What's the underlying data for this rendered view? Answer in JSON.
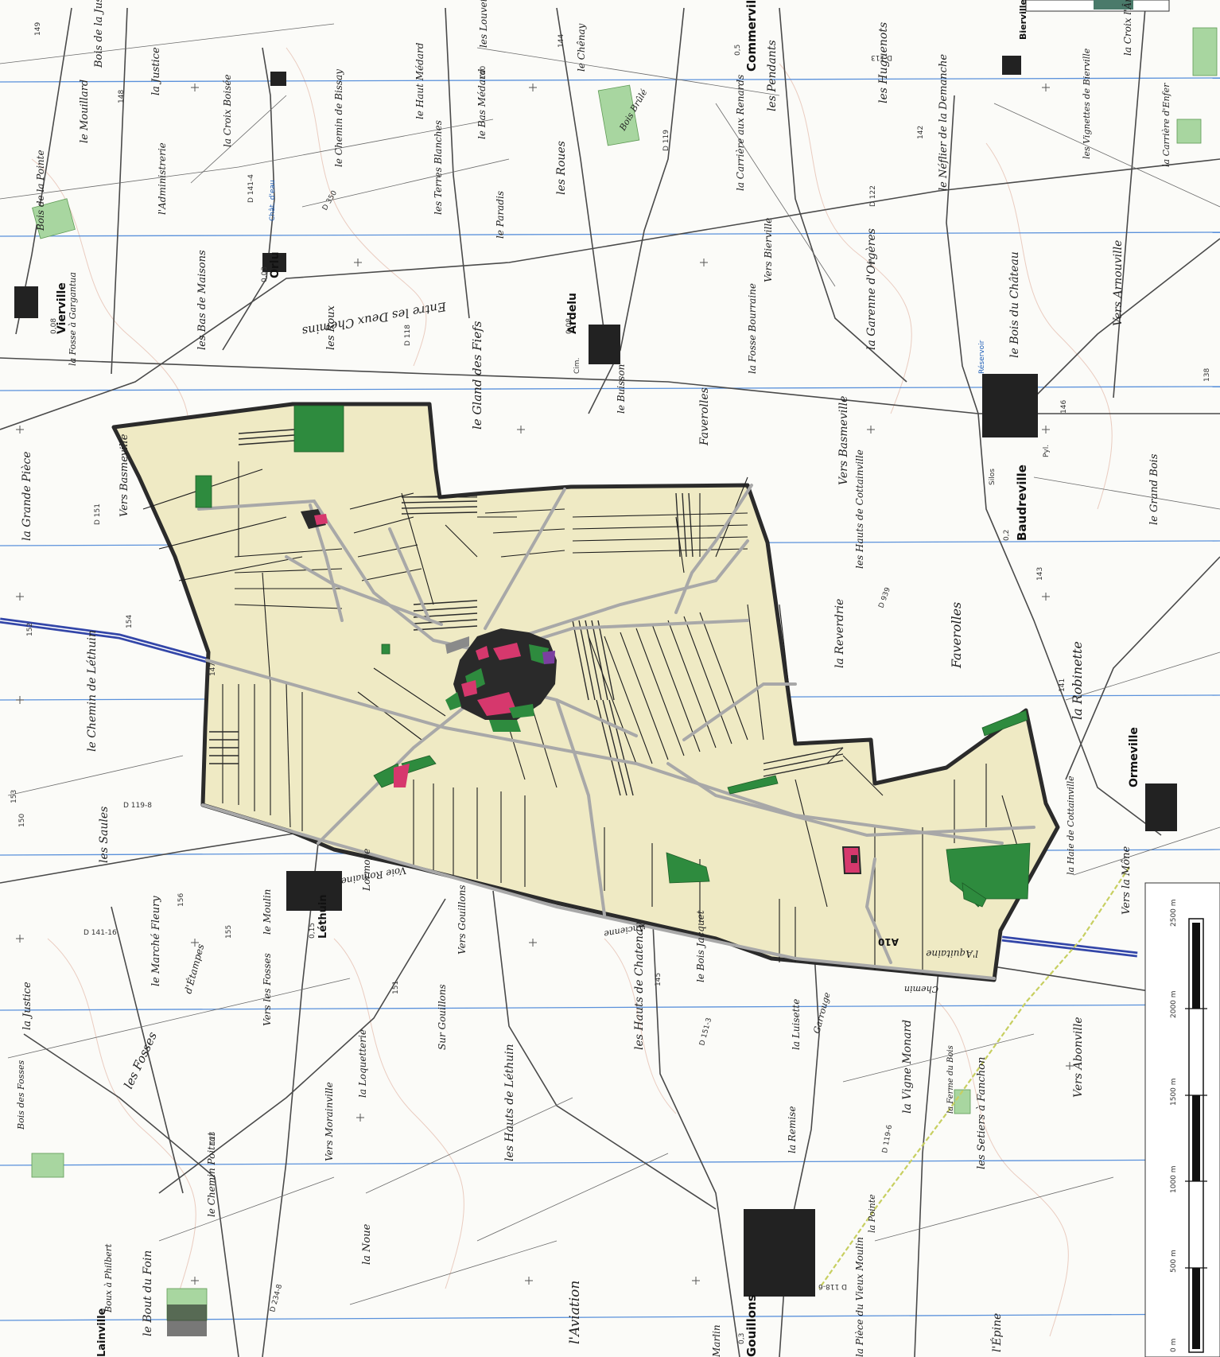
{
  "colors": {
    "zone_fill": "#efeac4",
    "zone_border": "#2b2b2b",
    "grid_blue": "#3f7fd6",
    "road": "#4a4a4a",
    "path_gray": "#a8a8a8",
    "woods": "#2e8b3e",
    "village_pink": "#d6386d",
    "highway": "#3346a8",
    "elev": "#c97a6a"
  },
  "places": [
    {
      "text": "la Justice",
      "cls": "lbl",
      "size": 13,
      "rot": -90,
      "key": "a"
    },
    {
      "text": "Bois de la Justice",
      "cls": "lbl",
      "size": 13,
      "rot": -90,
      "key": "b"
    },
    {
      "text": "le Mouillard",
      "cls": "lbl",
      "size": 13,
      "rot": -90,
      "key": "c"
    },
    {
      "text": "la Croix Boisée",
      "cls": "lbl",
      "size": 12,
      "rot": -90,
      "key": "d"
    },
    {
      "text": "le Chemin de Bissay",
      "cls": "lbl",
      "size": 12,
      "rot": -90,
      "key": "e"
    },
    {
      "text": "l'Administrerie",
      "cls": "lbl",
      "size": 12,
      "rot": -90,
      "key": "f"
    },
    {
      "text": "Bois de la Pointe",
      "cls": "lbl",
      "size": 12,
      "rot": -90,
      "key": "g"
    },
    {
      "text": "Vierville",
      "cls": "lbl-b",
      "size": 14,
      "rot": -90,
      "key": "h"
    },
    {
      "text": "la Fosse à Gargantua",
      "cls": "lbl",
      "size": 11,
      "rot": -90,
      "key": "i"
    },
    {
      "text": "les Bas de Maisons",
      "cls": "lbl",
      "size": 13,
      "rot": -90,
      "key": "j"
    },
    {
      "text": "les Roux",
      "cls": "lbl",
      "size": 13,
      "rot": -90,
      "key": "k"
    },
    {
      "text": "Orlu",
      "cls": "lbl-b",
      "size": 14,
      "rot": -90,
      "key": "l"
    },
    {
      "text": "le Haut Médard",
      "cls": "lbl",
      "size": 12,
      "rot": -90,
      "key": "m"
    },
    {
      "text": "les Terres Blanches",
      "cls": "lbl",
      "size": 12,
      "rot": -90,
      "key": "n"
    },
    {
      "text": "le Bas Médard",
      "cls": "lbl",
      "size": 12,
      "rot": -90,
      "key": "o"
    },
    {
      "text": "le Paradis",
      "cls": "lbl",
      "size": 12,
      "rot": -90,
      "key": "p"
    },
    {
      "text": "les Roues",
      "cls": "lbl",
      "size": 14,
      "rot": -90,
      "key": "q"
    },
    {
      "text": "Entre les Deux Chemins",
      "cls": "lbl",
      "size": 15,
      "rot": 170,
      "key": "r"
    },
    {
      "text": "Ardelu",
      "cls": "lbl-b",
      "size": 14,
      "rot": -90,
      "key": "s"
    },
    {
      "text": "le Gland des Fiefs",
      "cls": "lbl",
      "size": 15,
      "rot": -90,
      "key": "t"
    },
    {
      "text": "le Buisson",
      "cls": "lbl",
      "size": 12,
      "rot": -90,
      "key": "u"
    },
    {
      "text": "le Chênay",
      "cls": "lbl",
      "size": 12,
      "rot": -90,
      "key": "v"
    },
    {
      "text": "Bois Brûlé",
      "cls": "lbl",
      "size": 11,
      "rot": -60,
      "key": "w"
    },
    {
      "text": "les Louvetés",
      "cls": "lbl",
      "size": 12,
      "rot": -90,
      "key": "x"
    },
    {
      "text": "Commerville",
      "cls": "lbl-b",
      "size": 15,
      "rot": -90,
      "key": "y"
    },
    {
      "text": "les Pendants",
      "cls": "lbl",
      "size": 14,
      "rot": -90,
      "key": "z"
    },
    {
      "text": "la Carrière aux Renards",
      "cls": "lbl",
      "size": 12,
      "rot": -90,
      "key": "a1"
    },
    {
      "text": "Vers Bierville",
      "cls": "lbl",
      "size": 12,
      "rot": -90,
      "key": "a2"
    },
    {
      "text": "la Fosse Bourraine",
      "cls": "lbl",
      "size": 12,
      "rot": -90,
      "key": "a3"
    },
    {
      "text": "Faverolles",
      "cls": "lbl",
      "size": 14,
      "rot": -90,
      "key": "a4"
    },
    {
      "text": "les Huguenots",
      "cls": "lbl",
      "size": 14,
      "rot": -90,
      "key": "a5"
    },
    {
      "text": "le Néflier de la Demanche",
      "cls": "lbl",
      "size": 13,
      "rot": -90,
      "key": "a6"
    },
    {
      "text": "la Garenne d'Orgères",
      "cls": "lbl",
      "size": 14,
      "rot": -90,
      "key": "a7"
    },
    {
      "text": "le Bois du Château",
      "cls": "lbl",
      "size": 14,
      "rot": -90,
      "key": "a8"
    },
    {
      "text": "Bierville",
      "cls": "lbl-b",
      "size": 11,
      "rot": -90,
      "key": "a9"
    },
    {
      "text": "les Vignettes de Bierville",
      "cls": "lbl",
      "size": 11,
      "rot": -90,
      "key": "b1"
    },
    {
      "text": "la Croix l'Âne",
      "cls": "lbl",
      "size": 12,
      "rot": -90,
      "key": "b2"
    },
    {
      "text": "la Carrière d'Enfer",
      "cls": "lbl",
      "size": 11,
      "rot": -90,
      "key": "b3"
    },
    {
      "text": "Vers Arnouville",
      "cls": "lbl",
      "size": 14,
      "rot": -90,
      "key": "b4"
    },
    {
      "text": "Vers Basmeville",
      "cls": "lbl",
      "size": 14,
      "rot": -90,
      "key": "b5"
    },
    {
      "text": "les Hauts de Cottainville",
      "cls": "lbl",
      "size": 12,
      "rot": -90,
      "key": "b6"
    },
    {
      "text": "Baudreville",
      "cls": "lbl-b",
      "size": 15,
      "rot": -90,
      "key": "b7"
    },
    {
      "text": "le Grand Bois",
      "cls": "lbl",
      "size": 13,
      "rot": -90,
      "key": "b8"
    },
    {
      "text": "la Reverdrie",
      "cls": "lbl",
      "size": 14,
      "rot": -90,
      "key": "b9"
    },
    {
      "text": "Faverolles",
      "cls": "lbl",
      "size": 16,
      "rot": -90,
      "key": "c1"
    },
    {
      "text": "la Robinette",
      "cls": "lbl",
      "size": 16,
      "rot": -90,
      "key": "c2"
    },
    {
      "text": "Ormeville",
      "cls": "lbl-b",
      "size": 14,
      "rot": -90,
      "key": "c3"
    },
    {
      "text": "la Haie de Cottainville",
      "cls": "lbl",
      "size": 11,
      "rot": -90,
      "key": "c4"
    },
    {
      "text": "Vers la Mône",
      "cls": "lbl",
      "size": 13,
      "rot": -90,
      "key": "c5"
    },
    {
      "text": "la Grande Pièce",
      "cls": "lbl",
      "size": 14,
      "rot": -90,
      "key": "c6"
    },
    {
      "text": "Vers Basmeville",
      "cls": "lbl",
      "size": 13,
      "rot": -90,
      "key": "c7"
    },
    {
      "text": "le Chemin de Léthuin",
      "cls": "lbl",
      "size": 14,
      "rot": -90,
      "key": "c8"
    },
    {
      "text": "les Saules",
      "cls": "lbl",
      "size": 14,
      "rot": -90,
      "key": "c9"
    },
    {
      "text": "Léthuin",
      "cls": "lbl-b",
      "size": 13,
      "rot": -90,
      "key": "d1"
    },
    {
      "text": "le Moulin",
      "cls": "lbl",
      "size": 12,
      "rot": -90,
      "key": "d2"
    },
    {
      "text": "Lormoye",
      "cls": "lbl",
      "size": 12,
      "rot": -90,
      "key": "d3"
    },
    {
      "text": "Voie Romaine",
      "cls": "lbl",
      "size": 12,
      "rot": 170,
      "key": "d4"
    },
    {
      "text": "Vers Gouillons",
      "cls": "lbl",
      "size": 12,
      "rot": -90,
      "key": "d5"
    },
    {
      "text": "le Marché Fleury",
      "cls": "lbl",
      "size": 13,
      "rot": -90,
      "key": "d6"
    },
    {
      "text": "d'Étampes",
      "cls": "lbl",
      "size": 12,
      "rot": -75,
      "key": "d7"
    },
    {
      "text": "Vers les Fosses",
      "cls": "lbl",
      "size": 12,
      "rot": -90,
      "key": "d8"
    },
    {
      "text": "la Justice",
      "cls": "lbl",
      "size": 13,
      "rot": -90,
      "key": "d9"
    },
    {
      "text": "les Fosses",
      "cls": "lbl",
      "size": 15,
      "rot": -65,
      "key": "e1"
    },
    {
      "text": "la Loquetterie",
      "cls": "lbl",
      "size": 12,
      "rot": -90,
      "key": "e2"
    },
    {
      "text": "Sur Gouillons",
      "cls": "lbl",
      "size": 12,
      "rot": -90,
      "key": "e3"
    },
    {
      "text": "les Hauts de Chatenay",
      "cls": "lbl",
      "size": 14,
      "rot": -90,
      "key": "e4"
    },
    {
      "text": "le Bois Jacquet",
      "cls": "lbl",
      "size": 12,
      "rot": -90,
      "key": "e5"
    },
    {
      "text": "la Luisette",
      "cls": "lbl",
      "size": 12,
      "rot": -90,
      "key": "e6"
    },
    {
      "text": "la Vigne Monard",
      "cls": "lbl",
      "size": 14,
      "rot": -90,
      "key": "e7"
    },
    {
      "text": "la Ferme du Bois",
      "cls": "lbl",
      "size": 10,
      "rot": -90,
      "key": "e8"
    },
    {
      "text": "Vers Abonville",
      "cls": "lbl",
      "size": 14,
      "rot": -90,
      "key": "e9"
    },
    {
      "text": "Vers Morainville",
      "cls": "lbl",
      "size": 12,
      "rot": -90,
      "key": "f1"
    },
    {
      "text": "les Hauts de Léthuin",
      "cls": "lbl",
      "size": 14,
      "rot": -90,
      "key": "f2"
    },
    {
      "text": "la Remise",
      "cls": "lbl",
      "size": 12,
      "rot": -90,
      "key": "f3"
    },
    {
      "text": "la Pointe",
      "cls": "lbl",
      "size": 11,
      "rot": -90,
      "key": "f4"
    },
    {
      "text": "les Setiers à Fanchon",
      "cls": "lbl",
      "size": 13,
      "rot": -90,
      "key": "f5"
    },
    {
      "text": "le Chemin Poitrat",
      "cls": "lbl",
      "size": 12,
      "rot": -90,
      "key": "f6"
    },
    {
      "text": "la Noue",
      "cls": "lbl",
      "size": 13,
      "rot": -90,
      "key": "f7"
    },
    {
      "text": "l'Aviation",
      "cls": "lbl",
      "size": 17,
      "rot": -90,
      "key": "f8"
    },
    {
      "text": "le Bout du Foin",
      "cls": "lbl",
      "size": 14,
      "rot": -90,
      "key": "f9"
    },
    {
      "text": "Boux à Philbert",
      "cls": "lbl",
      "size": 11,
      "rot": -90,
      "key": "g1"
    },
    {
      "text": "Bois des Fosses",
      "cls": "lbl",
      "size": 11,
      "rot": -90,
      "key": "g2"
    },
    {
      "text": "Gouillons",
      "cls": "lbl-b",
      "size": 15,
      "rot": -90,
      "key": "g3"
    },
    {
      "text": "la Pièce du Vieux Moulin",
      "cls": "lbl",
      "size": 12,
      "rot": -90,
      "key": "g4"
    },
    {
      "text": "l'Épine",
      "cls": "lbl",
      "size": 14,
      "rot": -90,
      "key": "g5"
    },
    {
      "text": "l'Aquitaine",
      "cls": "lbl",
      "size": 12,
      "rot": 180,
      "key": "g6"
    },
    {
      "text": "A10",
      "cls": "lbl-b",
      "size": 12,
      "rot": 180,
      "key": "g7"
    },
    {
      "text": "Ancienne",
      "cls": "lbl",
      "size": 11,
      "rot": 170,
      "key": "g8"
    },
    {
      "text": "Chemin",
      "cls": "lbl",
      "size": 11,
      "rot": 180,
      "key": "g9"
    },
    {
      "text": "Marlin",
      "cls": "lbl",
      "size": 12,
      "rot": -90,
      "key": "h1"
    },
    {
      "text": "Garrouge",
      "cls": "lbl",
      "size": 11,
      "rot": -75,
      "key": "h2"
    },
    {
      "text": "Lainville",
      "cls": "lbl-b",
      "size": 13,
      "rot": -90,
      "key": "h3"
    }
  ],
  "roads": [
    "D 119",
    "D 118",
    "D 151",
    "D 350",
    "D 141-4",
    "D 119-8",
    "D 141-16",
    "D 939",
    "D 122",
    "D 113",
    "D 119-6",
    "D 151-3",
    "D 118-6",
    "D 234-8"
  ],
  "elevations": [
    "149",
    "148",
    "150",
    "152",
    "154",
    "147",
    "146",
    "145",
    "144",
    "143",
    "141",
    "138",
    "153",
    "155",
    "156",
    "151",
    "142",
    "140",
    "113"
  ],
  "scale": {
    "ticks": [
      "0 m",
      "500 m",
      "1000 m",
      "1500 m",
      "2000 m",
      "2500 m"
    ]
  },
  "commune_codes": [
    "0,08",
    "0,03",
    "0,08",
    "0,5",
    "0,2",
    "0,15",
    "0,3"
  ],
  "symbols": [
    "Cim.",
    "Chât. d'eau",
    "Silos",
    "Pyl.",
    "Réservoir"
  ]
}
